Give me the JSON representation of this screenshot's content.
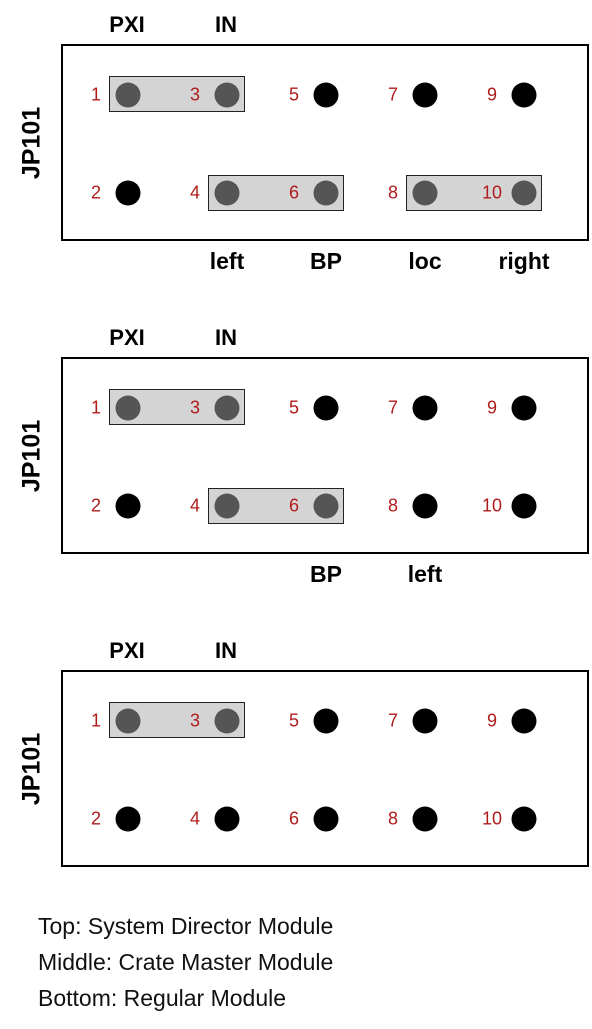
{
  "colors": {
    "pin": "#000000",
    "pin_covered": "#555555",
    "jumper_fill": "#d4d4d4",
    "pin_number": "#b01c1c"
  },
  "diagrams": [
    {
      "board_label": "JP101",
      "top_labels": [
        "PXI",
        "IN"
      ],
      "bottom_labels": [
        "left",
        "BP",
        "loc",
        "right"
      ],
      "pins": [
        "1",
        "3",
        "5",
        "7",
        "9",
        "2",
        "4",
        "6",
        "8",
        "10"
      ],
      "jumpers": [
        "1-3",
        "4-6",
        "8-10"
      ]
    },
    {
      "board_label": "JP101",
      "top_labels": [
        "PXI",
        "IN"
      ],
      "bottom_labels": [
        "BP",
        "left"
      ],
      "pins": [
        "1",
        "3",
        "5",
        "7",
        "9",
        "2",
        "4",
        "6",
        "8",
        "10"
      ],
      "jumpers": [
        "1-3",
        "4-6"
      ]
    },
    {
      "board_label": "JP101",
      "top_labels": [
        "PXI",
        "IN"
      ],
      "bottom_labels": [],
      "pins": [
        "1",
        "3",
        "5",
        "7",
        "9",
        "2",
        "4",
        "6",
        "8",
        "10"
      ],
      "jumpers": [
        "1-3"
      ]
    }
  ],
  "caption": {
    "line1": "Top: System Director Module",
    "line2": "Middle: Crate Master Module",
    "line3": "Bottom: Regular Module"
  }
}
